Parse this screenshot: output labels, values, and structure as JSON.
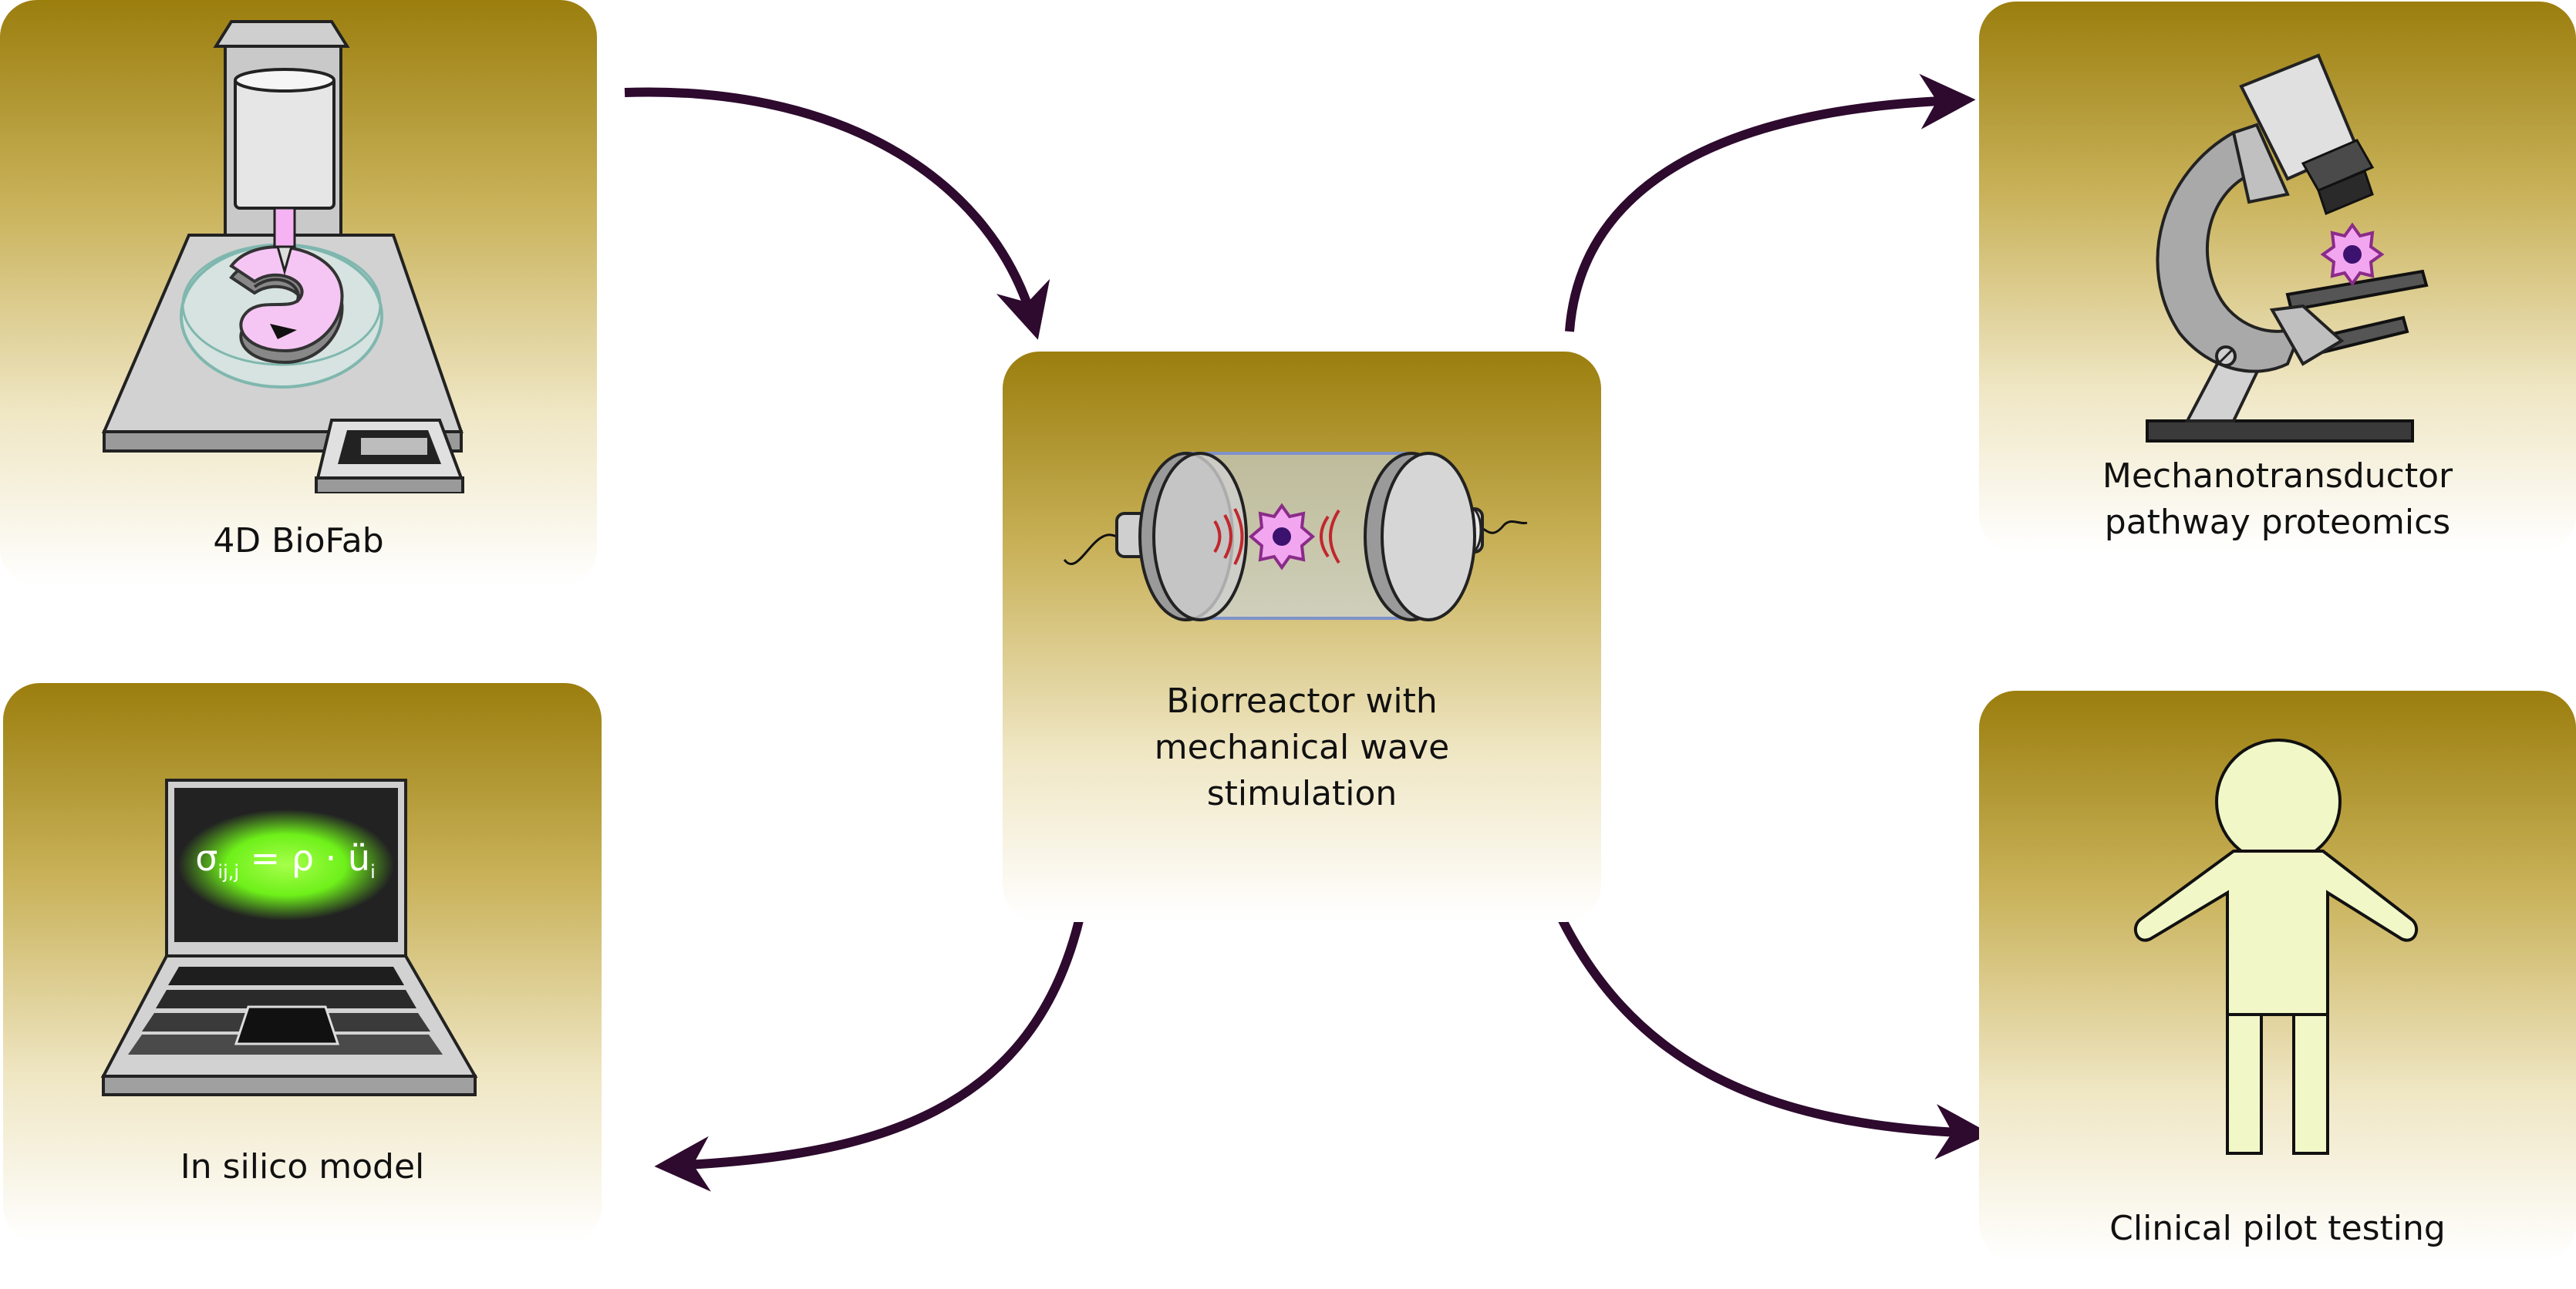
{
  "panels": {
    "biofab": {
      "caption": "4D BioFab"
    },
    "bioreactor": {
      "caption_lines": [
        "Biorreactor with",
        "mechanical wave",
        "stimulation"
      ]
    },
    "proteomics": {
      "caption_lines": [
        "Mechanotransductor",
        "pathway proteomics"
      ]
    },
    "insilico": {
      "caption": "In silico model",
      "equation_main": "σ",
      "equation_sub1": "ij,j",
      "equation_mid": " = ρ · ü",
      "equation_sub2": "i"
    },
    "clinical": {
      "caption": "Clinical pilot testing"
    }
  },
  "colors": {
    "arrow": "#2d0a2e",
    "panel_top": "#9b7e0e",
    "cell": "#f3a6f0",
    "screen_glow": "#6ef01a",
    "person": "#f2f7c8"
  }
}
